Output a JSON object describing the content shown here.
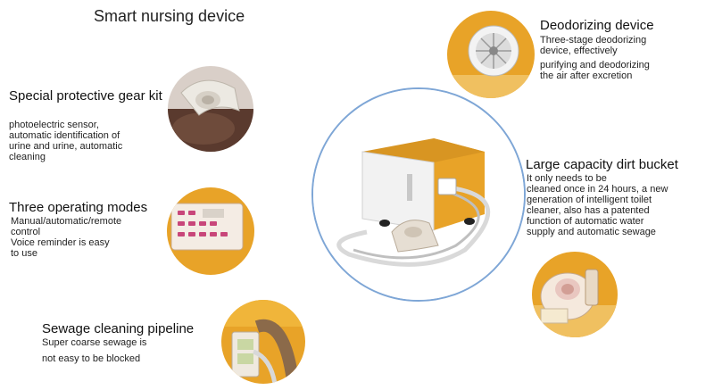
{
  "page": {
    "title": "Smart nursing device"
  },
  "features": {
    "protective": {
      "heading": "Special protective gear kit",
      "body": "photoelectric sensor,\nautomatic identification of\nurine and urine, automatic\ncleaning"
    },
    "modes": {
      "heading": "Three operating modes",
      "body": "Manual/automatic/remote\ncontrol\nVoice reminder is easy\nto use"
    },
    "sewage": {
      "heading": "Sewage cleaning pipeline",
      "line1": "Super coarse sewage is",
      "line2": "not easy to be blocked"
    },
    "deodorizing": {
      "heading": "Deodorizing device",
      "line1": "Three-stage deodorizing\n device, effectively",
      "line2": "purifying and deodorizing\n the air after excretion"
    },
    "bucket": {
      "heading": "Large capacity dirt bucket",
      "body": "It only needs to be\n cleaned once in 24 hours, a new\ngeneration of intelligent toilet\ncleaner, also has a patented\nfunction of automatic water\n supply and automatic sewage"
    }
  },
  "colors": {
    "accent_orange": "#e8a328",
    "ring_blue": "#7ea6d6",
    "device_white": "#f2f2f2"
  }
}
